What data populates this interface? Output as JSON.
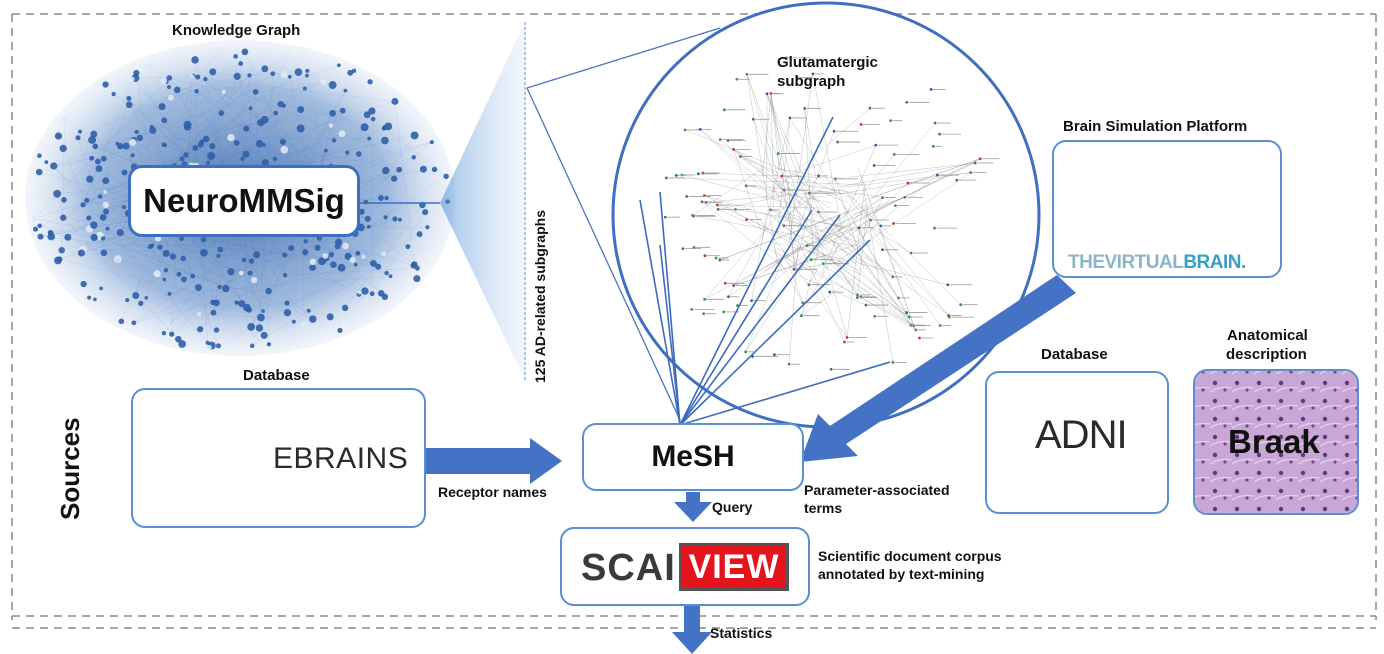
{
  "section_label": "Sources",
  "knowledge_graph": {
    "title": "Knowledge Graph",
    "name": "NeuroMMSig",
    "subgraph_caption": "125 AD-related subgraphs"
  },
  "glutamatergic": {
    "title_line1": "Glutamatergic",
    "title_line2": "subgraph"
  },
  "ebrains": {
    "header": "Database",
    "name": "EBRAINS",
    "edge_label": "Receptor names"
  },
  "mesh": {
    "name": "MeSH",
    "query_label": "Query"
  },
  "tvb": {
    "header": "Brain Simulation Platform",
    "logo_part1": "THEVIRTUAL",
    "logo_part2": "BRAIN.",
    "edge_label_line1": "Parameter-associated",
    "edge_label_line2": "terms"
  },
  "adni": {
    "header": "Database",
    "name": "ADNI"
  },
  "braak": {
    "header_line1": "Anatomical",
    "header_line2": "description",
    "name": "Braak"
  },
  "scaiview": {
    "part1": "SCAI",
    "part2": "VIEW",
    "desc_line1": "Scientific document corpus",
    "desc_line2": "annotated by text-mining",
    "stats_label": "Statistics"
  },
  "colors": {
    "accent_blue": "#4472c4",
    "box_border": "#5b8fd1",
    "scaiview_red": "#e3141b",
    "tvb_blue": "#3a9ec6"
  }
}
